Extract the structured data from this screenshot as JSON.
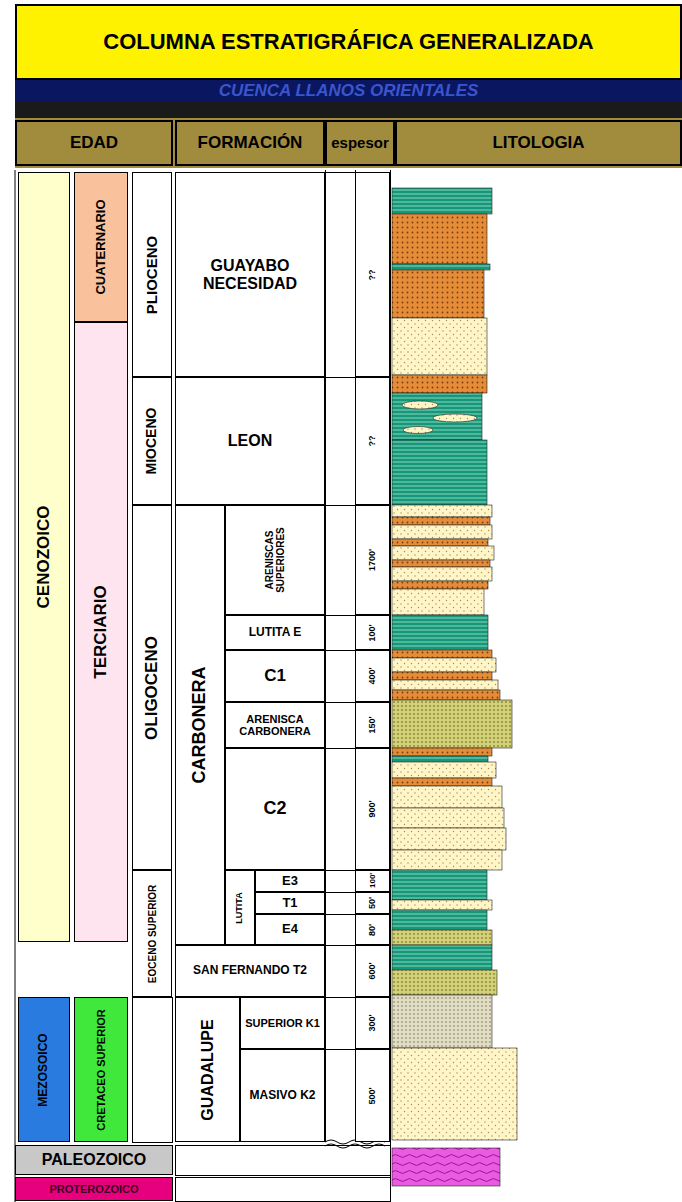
{
  "diagram": {
    "title": "COLUMNA ESTRATIGRÁFICA GENERALIZADA",
    "nodes": [
      {
        "text": [
          "EDAD"
        ]
      },
      {
        "text": [
          "FORMACIÓN"
        ]
      },
      {
        "text": [
          "espesor"
        ]
      },
      {
        "text": [
          "LITOLOGIA"
        ]
      },
      {
        "text": [
          "CENOZOICO"
        ]
      },
      {
        "text": [
          "CUATERNARIO"
        ]
      },
      {
        "text": [
          "TERCIARIO"
        ]
      },
      {
        "text": [
          "PLIOCENO"
        ]
      },
      {
        "text": [
          "MIOCENO"
        ]
      },
      {
        "text": [
          "OLIGOCENO"
        ]
      },
      {
        "text": [
          "EOCENO SUPERIOR"
        ]
      },
      {
        "text": [
          "GUAYABO NECESIDAD"
        ]
      },
      {
        "text": [
          "LEON"
        ]
      },
      {
        "text": [
          "CARBONERA"
        ]
      },
      {
        "text": [
          "ARENISCAS SUPERIORES"
        ]
      },
      {
        "text": [
          "LUTITA E"
        ]
      },
      {
        "text": [
          "C1"
        ]
      },
      {
        "text": [
          "ARENISCA CARBONERA"
        ]
      },
      {
        "text": [
          "C2"
        ]
      },
      {
        "text": [
          "LUTITA"
        ]
      },
      {
        "text": [
          "E3"
        ]
      },
      {
        "text": [
          "T1"
        ]
      },
      {
        "text": [
          "E4"
        ]
      },
      {
        "text": [
          "SAN FERNANDO T2"
        ]
      },
      {
        "text": [
          "MEZOSOICO"
        ]
      },
      {
        "text": [
          "CRETACEO SUPERIOR"
        ]
      },
      {
        "text": [
          "GUADALUPE"
        ]
      },
      {
        "text": [
          "SUPERIOR K1"
        ]
      },
      {
        "text": [
          "MASIVO K2"
        ]
      },
      {
        "text": [
          "PALEOZOICO"
        ]
      },
      {
        "text": [
          "PROTEROZOICO"
        ]
      },
      {
        "text": [
          "??"
        ]
      },
      {
        "text": [
          "??"
        ]
      },
      {
        "text": [
          "1700'"
        ]
      },
      {
        "text": [
          "100'"
        ]
      },
      {
        "text": [
          "400'"
        ]
      },
      {
        "text": [
          "150'"
        ]
      },
      {
        "text": [
          "900'"
        ]
      },
      {
        "text": [
          "100'"
        ]
      },
      {
        "text": [
          "50'"
        ]
      },
      {
        "text": [
          "80'"
        ]
      },
      {
        "text": [
          "600'"
        ]
      },
      {
        "text": [
          "300'"
        ]
      },
      {
        "text": [
          "500'"
        ]
      }
    ],
    "labels": [
      "CUENCA LLANOS ORIENTALES"
    ]
  }
}
